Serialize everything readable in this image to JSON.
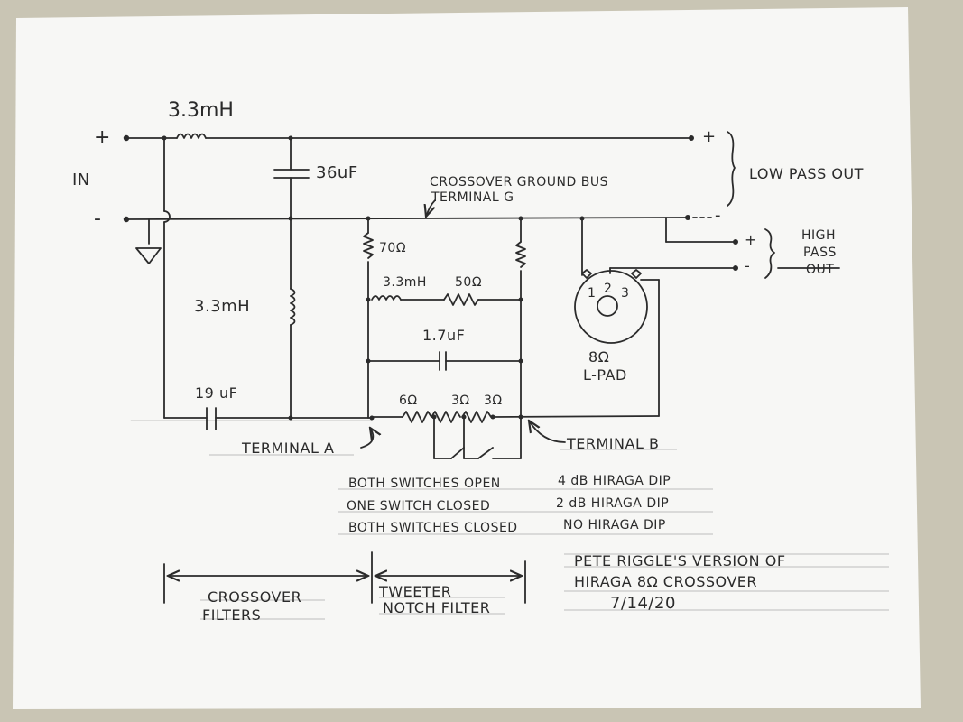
{
  "input": {
    "plus": "+",
    "minus": "-",
    "label": "IN"
  },
  "components": {
    "series_inductor_top": "3.3mH",
    "shunt_capacitor_top": "36uF",
    "shunt_inductor_left": "3.3mH",
    "series_capacitor_bottom": "19 uF",
    "resistor_70": "70Ω",
    "notch_inductor": "3.3mH",
    "notch_resistor_50": "50Ω",
    "notch_capacitor": "1.7uF",
    "resistor_6": "6Ω",
    "resistor_3a": "3Ω",
    "resistor_3b": "3Ω"
  },
  "ground_bus": {
    "line1": "CROSSOVER GROUND BUS",
    "line2": "TERMINAL G"
  },
  "low_pass_out": {
    "label": "LOW PASS OUT",
    "plus": "+",
    "minus": "-"
  },
  "high_pass_out": {
    "line1": "HIGH",
    "line2": "PASS",
    "line3": "OUT",
    "plus": "+",
    "minus": "-"
  },
  "lpad": {
    "pins": [
      "1",
      "2",
      "3"
    ],
    "impedance": "8Ω",
    "name": "L-PAD"
  },
  "terminals": {
    "a": "TERMINAL A",
    "b": "TERMINAL B"
  },
  "switch_table": [
    {
      "state": "BOTH SWITCHES OPEN",
      "result": "4 dB HIRAGA DIP"
    },
    {
      "state": "ONE SWITCH CLOSED",
      "result": "2 dB HIRAGA DIP"
    },
    {
      "state": "BOTH SWITCHES CLOSED",
      "result": "NO  HIRAGA DIP"
    }
  ],
  "sections": {
    "crossover_line1": "CROSSOVER",
    "crossover_line2": "FILTERS",
    "tweeter_line1": "TWEETER",
    "tweeter_line2": "NOTCH FILTER"
  },
  "title_block": {
    "line1": "PETE RIGGLE'S VERSION OF",
    "line2": "HIRAGA 8Ω CROSSOVER",
    "date": "7/14/20"
  },
  "colors": {
    "ink": "#2b2b2b",
    "paper": "#f7f7f5",
    "table": "#c9c5b4"
  }
}
